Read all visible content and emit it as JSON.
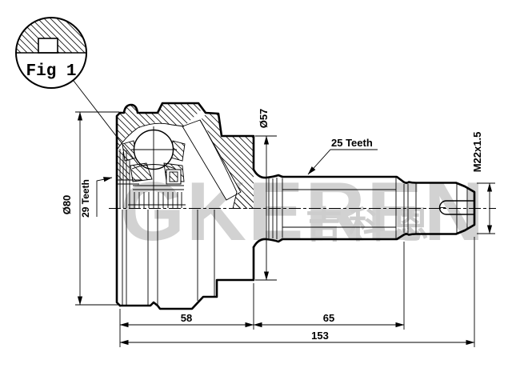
{
  "figure": {
    "balloon_label": "Fig 1"
  },
  "watermark": {
    "latin": "GKEREN",
    "cjk": "吉科恩"
  },
  "dimensions": {
    "outer_diameter": "Ø80",
    "inner_spline_teeth": "29 Teeth",
    "body_diameter": "Ø57",
    "shaft_spline_teeth": "25 Teeth",
    "thread_spec": "M22x1.5",
    "housing_length": "58",
    "shaft_length": "65",
    "total_length": "153"
  },
  "colors": {
    "line": "#000000",
    "watermark_gray": "#d2d2d2",
    "background": "#ffffff"
  }
}
